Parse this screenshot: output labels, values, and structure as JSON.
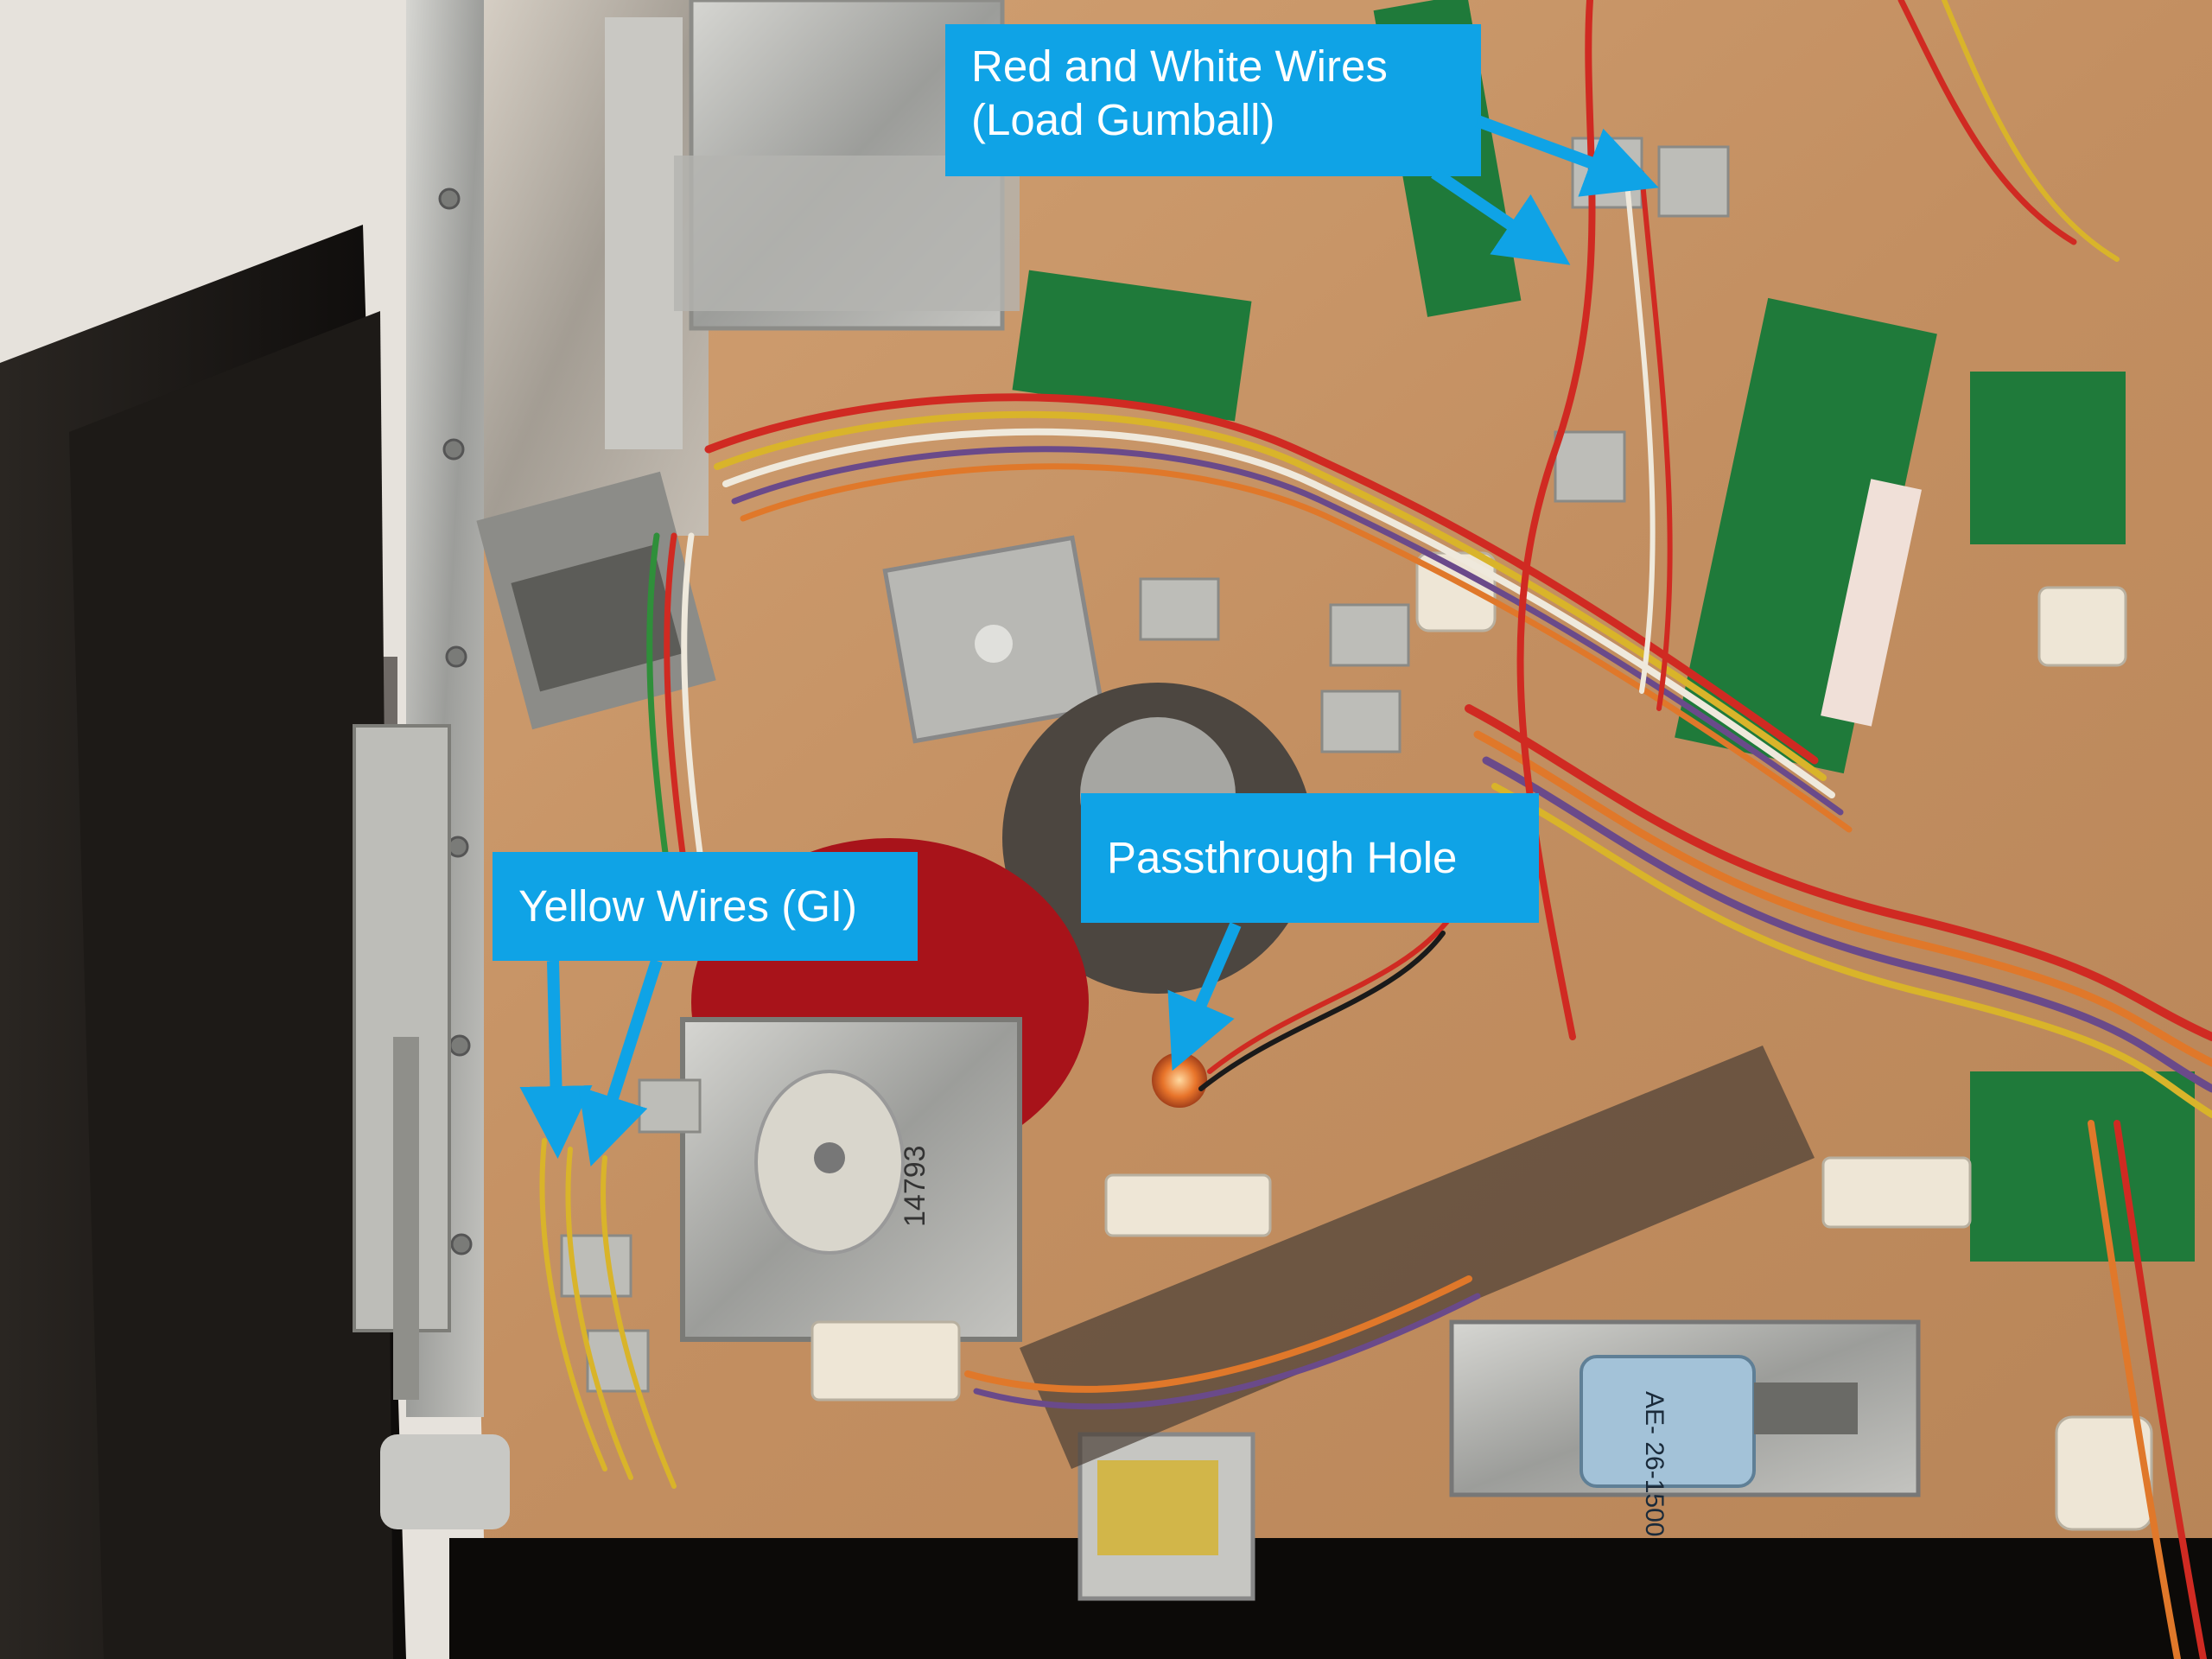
{
  "scene": {
    "colors": {
      "playfield_wood": "#c8976a",
      "callout_blue": "#0fa3e6",
      "cabinet_black": "#141210",
      "floor_grey": "#7a7470",
      "wall_white": "#e6e2dc",
      "red_disc": "#b0141a",
      "wire_red": "#d02a22",
      "wire_yellow": "#d9b42a",
      "wire_white": "#efe9dc",
      "wire_orange": "#e0782a",
      "wire_green": "#2f8f3a",
      "wire_purple": "#6a4a8a",
      "pcb_green": "#1f7a3a",
      "metal": "#a9aaa8"
    }
  },
  "callouts": {
    "load_gumball": {
      "line1": "Red and White Wires",
      "line2": "(Load Gumball)"
    },
    "passthrough": {
      "label": "Passthrough Hole"
    },
    "gi": {
      "label": "Yellow Wires (GI)"
    }
  },
  "labels": {
    "relay_coil": "AE-\n26-1500",
    "motor_part": "14793"
  }
}
